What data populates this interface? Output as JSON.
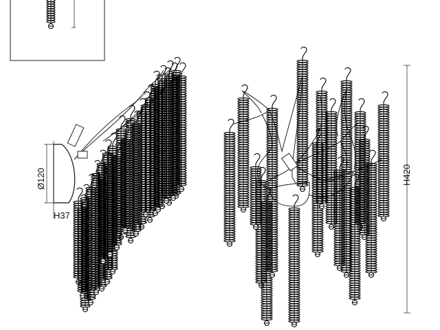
{
  "dimensions": {
    "diameter_label": "Ø120",
    "depth_label": "H37",
    "height_label": "H420"
  }
}
